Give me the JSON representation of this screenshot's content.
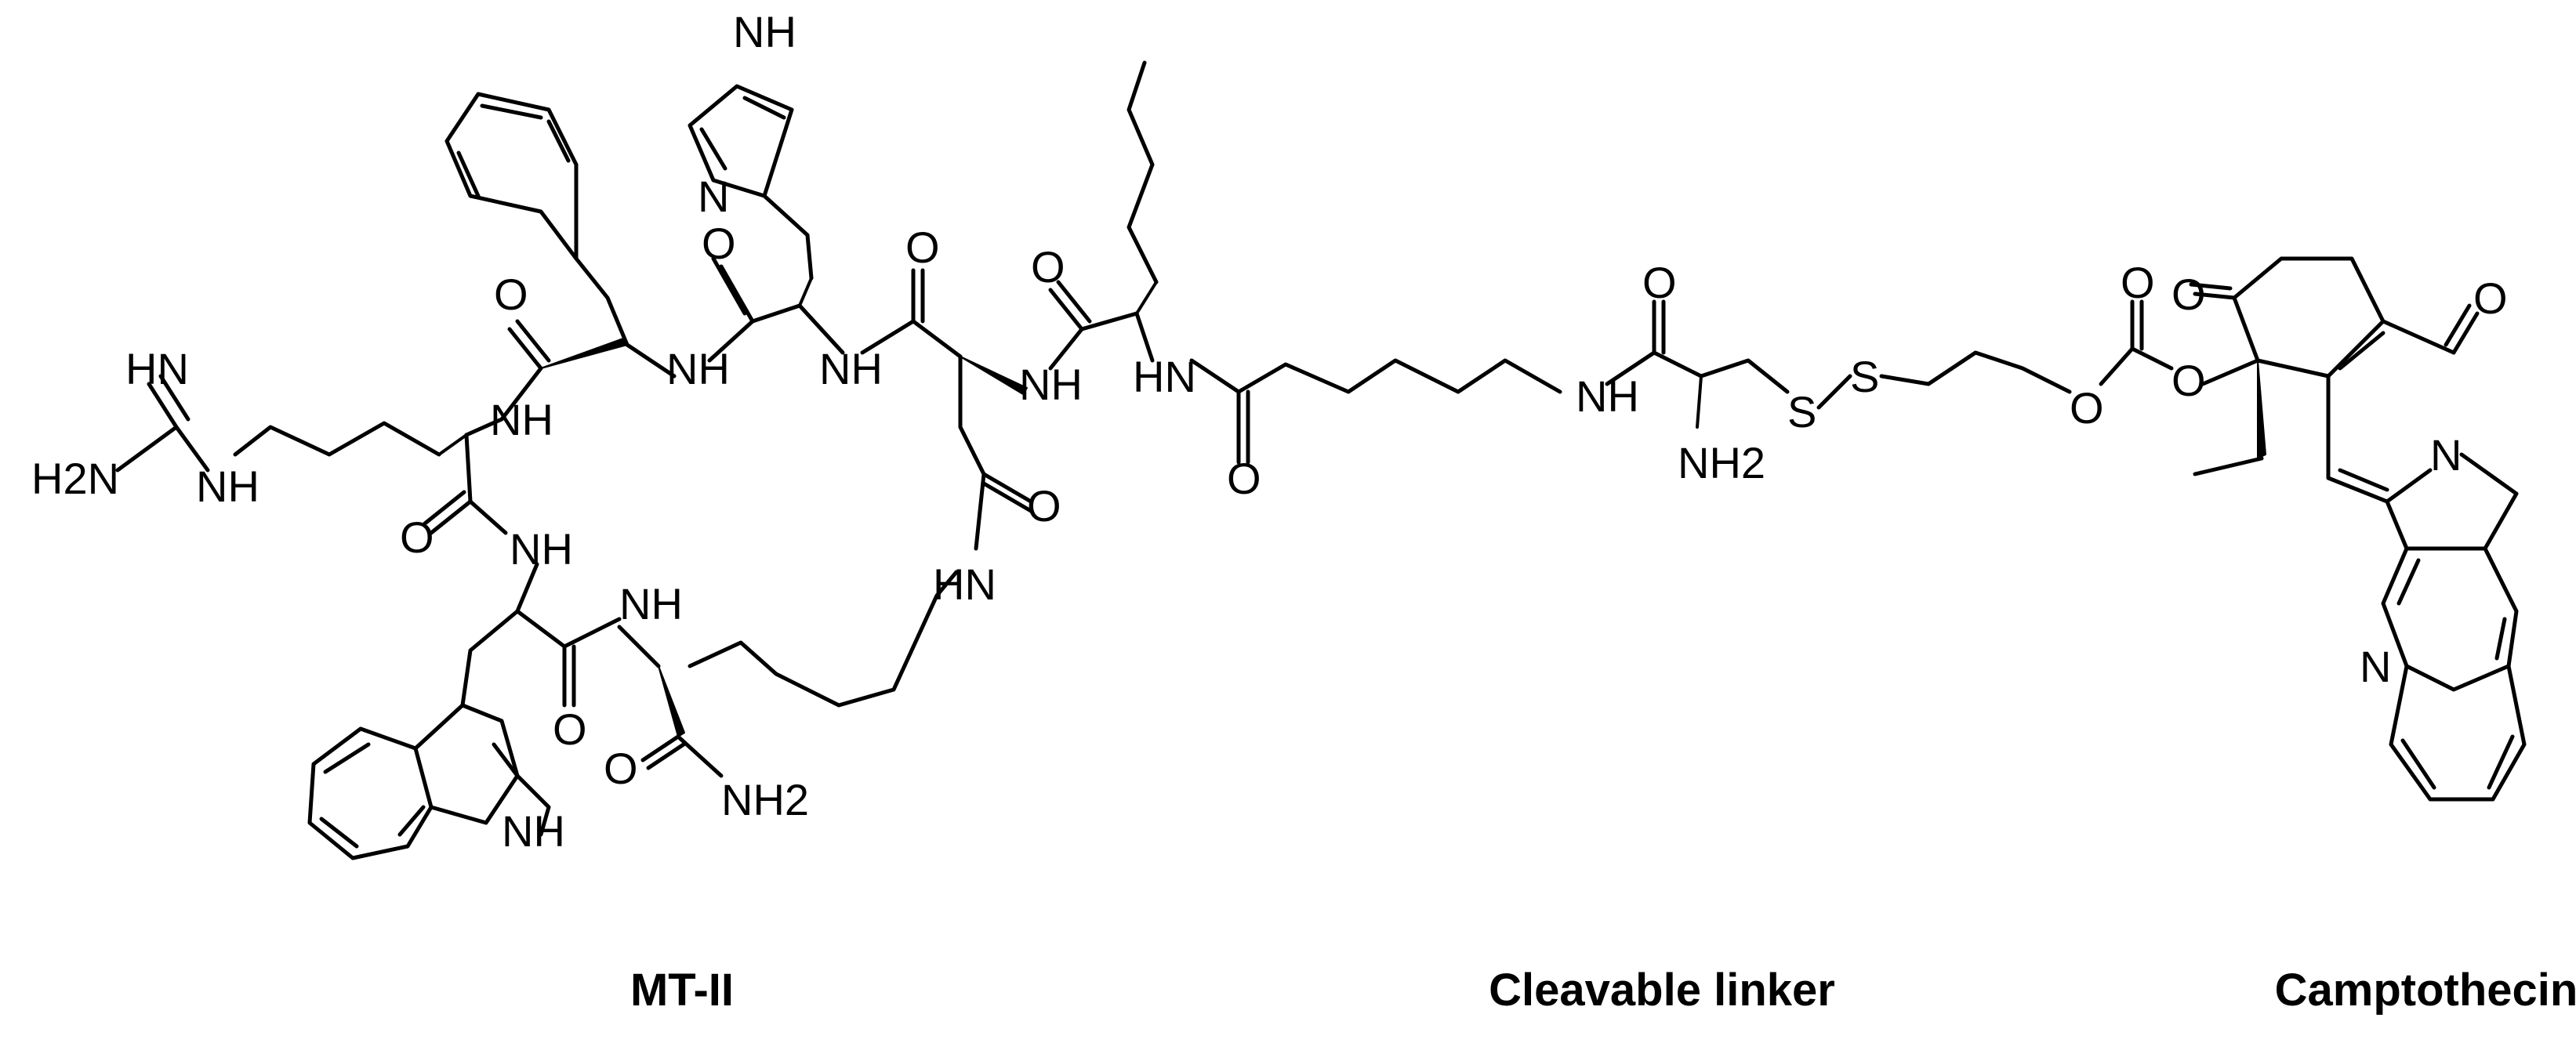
{
  "captions": {
    "mt2": "MT-II",
    "linker": "Cleavable linker",
    "camptothecin": "Camptothecin"
  },
  "atom_labels": {
    "imine_nh": "HN",
    "guanidine_nh2": "H2N",
    "guanidine_nh": "NH",
    "arg_nh": "NH",
    "arg_o": "O",
    "trp_nh": "NH",
    "phe_o": "O",
    "phe_nh": "NH",
    "his_o": "O",
    "his_nh": "NH",
    "im_nh": "NH",
    "im_n": "N",
    "asp_o": "O",
    "asp_nh": "NH",
    "nle_o": "O",
    "nle_nh": "HN",
    "side_o": "O",
    "side_hn": "HN",
    "trp_o": "O",
    "lys_nh": "NH",
    "lys_o": "O",
    "lys_nh2": "NH2",
    "indole_nh": "NH",
    "hex_o": "O",
    "cys_nh": "NH",
    "cys_o": "O",
    "cys_nh2": "NH2",
    "s1": "S",
    "s2": "S",
    "carb_o1": "O",
    "carb_o2": "O",
    "carb_o3": "O",
    "ketone_o": "O",
    "lactam_o": "O",
    "cpt_n": "N",
    "quin_n": "N"
  }
}
